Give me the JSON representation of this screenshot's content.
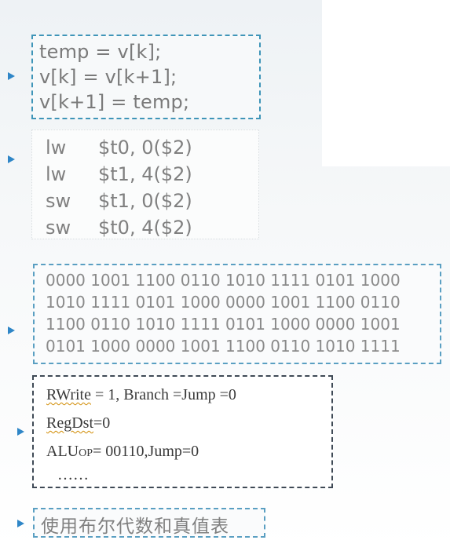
{
  "block1": {
    "lines": [
      "temp = v[k];",
      "v[k] = v[k+1];",
      "v[k+1] = temp;"
    ]
  },
  "block2": {
    "rows": [
      {
        "op": "lw",
        "args": "$t0, 0($2)"
      },
      {
        "op": "lw",
        "args": "$t1, 4($2)"
      },
      {
        "op": "sw",
        "args": "$t1, 0($2)"
      },
      {
        "op": "sw",
        "args": "$t0, 4($2)"
      }
    ]
  },
  "block3": {
    "lines": [
      "0000 1001 1100 0110 1010 1111 0101 1000",
      "1010 1111 0101 1000 0000 1001 1100 0110",
      "1100 0110 1010 1111 0101 1000 0000 1001",
      "0101 1000 0000 1001 1100 0110 1010 1111"
    ]
  },
  "block4": {
    "line1_word": "RWrite",
    "line1_rest": " = 1, Branch =Jump =0",
    "line2_word": "RegDst",
    "line2_rest": "=0",
    "line3_main": "ALU",
    "line3_sub": "OP",
    "line3_rest": "= 00110,Jump=0",
    "line4": "……"
  },
  "block5": {
    "text": "使用布尔代数和真值表"
  },
  "colors": {
    "bullet": "#2f86c7",
    "dashed_border": "#3f95b8",
    "dark_border": "#3f4a56",
    "squiggle": "#d08a00"
  }
}
